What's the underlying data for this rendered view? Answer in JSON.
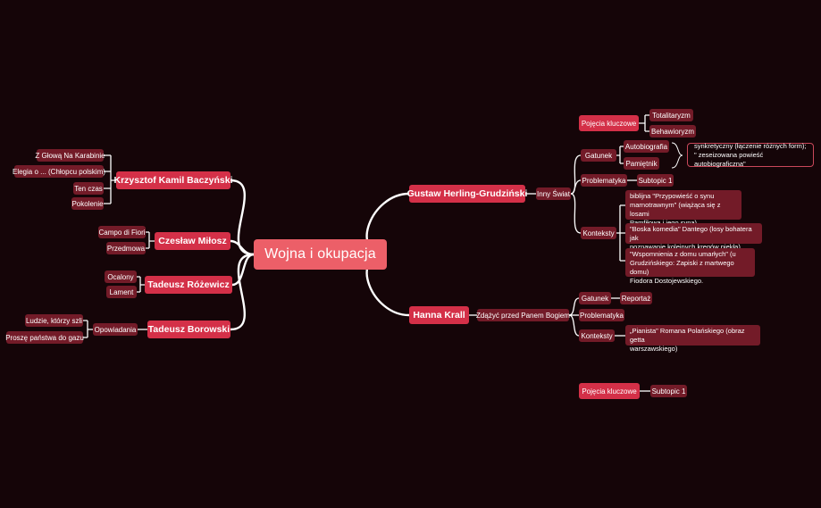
{
  "root": "Wojna i okupacja",
  "left": {
    "baczynski": {
      "title": "Krzysztof Kamil Baczyński",
      "items": [
        "Z Głową Na Karabinie",
        "Elegia o ... (Chłopcu polskim)",
        "Ten czas",
        "Pokolenie"
      ]
    },
    "milosz": {
      "title": "Czesław Miłosz",
      "items": [
        "Campo di Fiori",
        "Przedmowa"
      ]
    },
    "rozewicz": {
      "title": "Tadeusz Różewicz",
      "items": [
        "Ocalony",
        "Lament"
      ]
    },
    "borowski": {
      "title": "Tadeusz Borowski",
      "group": "Opowiadania",
      "items": [
        "Ludzie, którzy szli",
        "Proszę państwa do gazu"
      ]
    }
  },
  "right": {
    "herling": {
      "title": "Gustaw Herling-Grudziński",
      "book": "Inny Świat",
      "pojecia": {
        "label": "Pojęcia kluczowe",
        "items": [
          "Totalitaryzm",
          "Behawioryzm"
        ]
      },
      "gatunek": {
        "label": "Gatunek",
        "items": [
          "Autobiografia",
          "Pamiętnik"
        ],
        "summary": "synkretyczny (łączenie różnych form); \" zeseizowana powieść autobiograficzna\""
      },
      "problematyka": {
        "label": "Problematyka",
        "items": [
          "Subtopic 1"
        ]
      },
      "konteksty": {
        "label": "Konteksty",
        "items": [
          [
            "biblijna \"Przypowieść o synu",
            "marnotrawnym\" (wiążąca się z losami",
            "Pamfiłowa i jego syna)"
          ],
          [
            "\"Boska komedia\" Dantego (losy bohatera jak",
            "poznawanie kolejnych kręgów piekła)"
          ],
          [
            "\"Wspomnienia z domu umarłych\" (u",
            "Grudzińskiego: Zapiski z martwego domu)",
            "Fiodora Dostojewskiego."
          ]
        ]
      }
    },
    "krall": {
      "title": "Hanna Krall",
      "book": "Zdążyć przed Panem Bogiem",
      "gatunek": {
        "label": "Gatunek",
        "items": [
          "Reportaż"
        ]
      },
      "problematyka": {
        "label": "Problematyka"
      },
      "konteksty": {
        "label": "Konteksty",
        "items": [
          [
            "„Pianista\"  Romana Polańskiego (obraz getta",
            "warszawskiego)"
          ]
        ]
      }
    }
  },
  "floating": {
    "label": "Pojęcia kluczowe",
    "items": [
      "Subtopic 1"
    ]
  },
  "colors": {
    "background": "#150508",
    "root": "#ec5f68",
    "main_topic": "#d43048",
    "subtopic": "#731b28",
    "lines": "#ffffff"
  }
}
